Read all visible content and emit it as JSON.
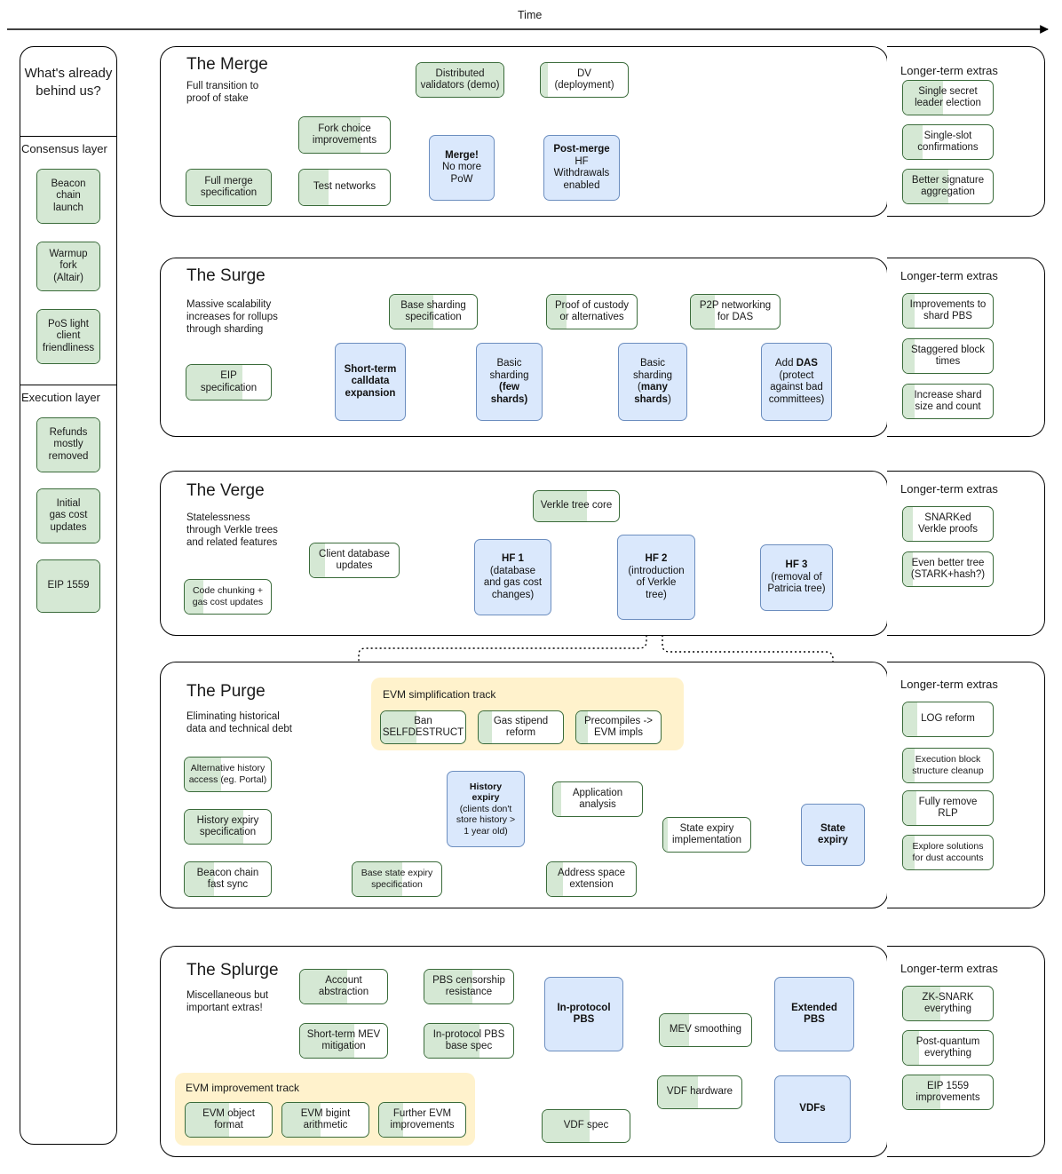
{
  "colors": {
    "green_fill": "#d5e8d4",
    "green_stroke": "#3a6b3a",
    "blue_fill": "#dae8fc",
    "blue_stroke": "#6c8ebf",
    "track_yellow": "#fff2cc",
    "background": "#ffffff",
    "line": "#000000"
  },
  "timeline": {
    "label": "Time"
  },
  "sidebar": {
    "heading": "What's\nalready\nbehind us?",
    "groups": [
      {
        "label": "Consensus layer",
        "items": [
          {
            "text": "Beacon\nchain\nlaunch",
            "progress": 100
          },
          {
            "text": "Warmup fork\n(Altair)",
            "progress": 100
          },
          {
            "text": "PoS light\nclient\nfriendliness",
            "progress": 100
          }
        ]
      },
      {
        "label": "Execution layer",
        "items": [
          {
            "text": "Refunds\nmostly\nremoved",
            "progress": 100
          },
          {
            "text": "Initial\ngas cost\nupdates",
            "progress": 100
          },
          {
            "text": "EIP 1559",
            "progress": 100
          }
        ]
      }
    ]
  },
  "extras_heading": "Longer-term extras",
  "phases": [
    {
      "id": "merge",
      "title": "The Merge",
      "subtitle": "Full transition to\nproof of stake",
      "nodes": [
        {
          "id": "m-dv-demo",
          "text": "Distributed\nvalidators (demo)",
          "progress": 100,
          "kind": "green"
        },
        {
          "id": "m-dv-deploy",
          "text": "DV\n(deployment)",
          "progress": 8,
          "kind": "green"
        },
        {
          "id": "m-fork-choice",
          "text": "Fork choice\nimprovements",
          "progress": 68,
          "kind": "green"
        },
        {
          "id": "m-full-spec",
          "text": "Full merge\nspecification",
          "progress": 100,
          "kind": "green"
        },
        {
          "id": "m-testnets",
          "text": "Test networks",
          "progress": 32,
          "kind": "green"
        },
        {
          "id": "m-merge",
          "text": "Merge!\nNo more\nPoW",
          "progress": 0,
          "kind": "blue",
          "bold_first_line": true
        },
        {
          "id": "m-posthf",
          "text": "Post-merge\nHF\nWithdrawals\nenabled",
          "progress": 0,
          "kind": "blue",
          "bold_first_line": true
        }
      ],
      "extras": [
        {
          "text": "Single secret\nleader election",
          "progress": 45
        },
        {
          "text": "Single-slot\nconfirmations",
          "progress": 22
        },
        {
          "text": "Better signature\naggregation",
          "progress": 50
        }
      ]
    },
    {
      "id": "surge",
      "title": "The Surge",
      "subtitle": "Massive scalability\nincreases for rollups\nthrough sharding",
      "nodes": [
        {
          "id": "s-base-shard",
          "text": "Base sharding\nspecification",
          "progress": 50,
          "kind": "green"
        },
        {
          "id": "s-proof-custody",
          "text": "Proof of custody\nor alternatives",
          "progress": 22,
          "kind": "green"
        },
        {
          "id": "s-p2p-das",
          "text": "P2P networking\nfor DAS",
          "progress": 27,
          "kind": "green"
        },
        {
          "id": "s-eip-spec",
          "text": "EIP\nspecification",
          "progress": 66,
          "kind": "green"
        },
        {
          "id": "s-calldata",
          "text": "Short-term\ncalldata\nexpansion",
          "progress": 0,
          "kind": "blue",
          "bold": true
        },
        {
          "id": "s-basic-few",
          "text": "Basic\nsharding\n(few shards)",
          "progress": 0,
          "kind": "blue"
        },
        {
          "id": "s-basic-many",
          "text": "Basic\nsharding\n(many\nshards)",
          "progress": 0,
          "kind": "blue"
        },
        {
          "id": "s-das",
          "text": "Add DAS\n(protect\nagainst bad\ncommittees)",
          "progress": 0,
          "kind": "blue"
        }
      ],
      "extras": [
        {
          "text": "Improvements to\nshard PBS",
          "progress": 13
        },
        {
          "text": "Staggered block\ntimes",
          "progress": 13
        },
        {
          "text": "Increase shard\nsize and count",
          "progress": 13
        }
      ]
    },
    {
      "id": "verge",
      "title": "The Verge",
      "subtitle": "Statelessness\nthrough Verkle trees\nand related features",
      "nodes": [
        {
          "id": "v-verkle-core",
          "text": "Verkle tree core",
          "progress": 62,
          "kind": "green"
        },
        {
          "id": "v-client-db",
          "text": "Client database\nupdates",
          "progress": 17,
          "kind": "green"
        },
        {
          "id": "v-code-chunk",
          "text": "Code chunking +\ngas cost updates",
          "progress": 22,
          "kind": "green"
        },
        {
          "id": "v-hf1",
          "text": "HF 1\n(database\nand gas cost\nchanges)",
          "progress": 0,
          "kind": "blue",
          "bold_first_line": true
        },
        {
          "id": "v-hf2",
          "text": "HF 2\n(introduction\nof Verkle\ntree)",
          "progress": 0,
          "kind": "blue",
          "bold_first_line": true
        },
        {
          "id": "v-hf3",
          "text": "HF 3\n(removal of\nPatricia tree)",
          "progress": 0,
          "kind": "blue",
          "bold_first_line": true
        }
      ],
      "extras": [
        {
          "text": "SNARKed\nVerkle proofs",
          "progress": 11
        },
        {
          "text": "Even better tree\n(STARK+hash?)",
          "progress": 11
        }
      ]
    },
    {
      "id": "purge",
      "title": "The Purge",
      "subtitle": "Eliminating historical\ndata and technical debt",
      "track": {
        "label": "EVM simplification track",
        "nodes": [
          {
            "id": "p-ban-selfdestruct",
            "text": "Ban\nSELFDESTRUCT",
            "progress": 42
          },
          {
            "id": "p-gas-stipend",
            "text": "Gas stipend\nreform",
            "progress": 16
          },
          {
            "id": "p-precompiles",
            "text": "Precompiles ->\nEVM impls",
            "progress": 14
          }
        ]
      },
      "nodes": [
        {
          "id": "p-alt-history",
          "text": "Alternative history\naccess (eg. Portal)",
          "progress": 42,
          "kind": "green"
        },
        {
          "id": "p-hist-spec",
          "text": "History expiry\nspecification",
          "progress": 68,
          "kind": "green"
        },
        {
          "id": "p-beacon-sync",
          "text": "Beacon chain\nfast sync",
          "progress": 34,
          "kind": "green"
        },
        {
          "id": "p-history-expiry",
          "text": "History\nexpiry\n(clients don't\nstore history >\n1 year old)",
          "progress": 0,
          "kind": "blue",
          "bold_lines": 2
        },
        {
          "id": "p-app-analysis",
          "text": "Application\nanalysis",
          "progress": 9,
          "kind": "green"
        },
        {
          "id": "p-state-impl",
          "text": "State expiry\nimplementation",
          "progress": 5,
          "kind": "green"
        },
        {
          "id": "p-base-state-spec",
          "text": "Base state expiry\nspecification",
          "progress": 56,
          "kind": "green"
        },
        {
          "id": "p-addr-space",
          "text": "Address space\nextension",
          "progress": 18,
          "kind": "green"
        },
        {
          "id": "p-state-expiry",
          "text": "State expiry",
          "progress": 0,
          "kind": "blue",
          "bold": true
        }
      ],
      "extras": [
        {
          "text": "LOG reform",
          "progress": 16
        },
        {
          "text": "Execution block\nstructure cleanup",
          "progress": 13
        },
        {
          "text": "Fully remove\nRLP",
          "progress": 15
        },
        {
          "text": "Explore solutions\nfor dust accounts",
          "progress": 13
        }
      ]
    },
    {
      "id": "splurge",
      "title": "The Splurge",
      "subtitle": "Miscellaneous but\nimportant extras!",
      "track": {
        "label": "EVM improvement track",
        "nodes": [
          {
            "id": "sp-evm-object",
            "text": "EVM object\nformat",
            "progress": 50
          },
          {
            "id": "sp-evm-bigint",
            "text": "EVM bigint\narithmetic",
            "progress": 44
          },
          {
            "id": "sp-evm-further",
            "text": "Further EVM\nimprovements",
            "progress": 28
          }
        ]
      },
      "nodes": [
        {
          "id": "sp-account-abs",
          "text": "Account\nabstraction",
          "progress": 54,
          "kind": "green"
        },
        {
          "id": "sp-pbs-censor",
          "text": "PBS censorship\nresistance",
          "progress": 54,
          "kind": "green"
        },
        {
          "id": "sp-mev-mitigation",
          "text": "Short-term MEV\nmitigation",
          "progress": 62,
          "kind": "green"
        },
        {
          "id": "sp-pbs-base",
          "text": "In-protocol PBS\nbase spec",
          "progress": 62,
          "kind": "green"
        },
        {
          "id": "sp-inprotocol-pbs",
          "text": "In-protocol\nPBS",
          "progress": 0,
          "kind": "blue",
          "bold": true
        },
        {
          "id": "sp-mev-smoothing",
          "text": "MEV smoothing",
          "progress": 32,
          "kind": "green"
        },
        {
          "id": "sp-extended-pbs",
          "text": "Extended\nPBS",
          "progress": 0,
          "kind": "blue",
          "bold": true
        },
        {
          "id": "sp-vdf-hardware",
          "text": "VDF hardware",
          "progress": 48,
          "kind": "green"
        },
        {
          "id": "sp-vdf-spec",
          "text": "VDF spec",
          "progress": 54,
          "kind": "green"
        },
        {
          "id": "sp-vdfs",
          "text": "VDFs",
          "progress": 0,
          "kind": "blue",
          "bold": true
        }
      ],
      "extras": [
        {
          "text": "ZK-SNARK\neverything",
          "progress": 42
        },
        {
          "text": "Post-quantum\neverything",
          "progress": 18
        },
        {
          "text": "EIP 1559\nimprovements",
          "progress": 42
        }
      ]
    }
  ]
}
